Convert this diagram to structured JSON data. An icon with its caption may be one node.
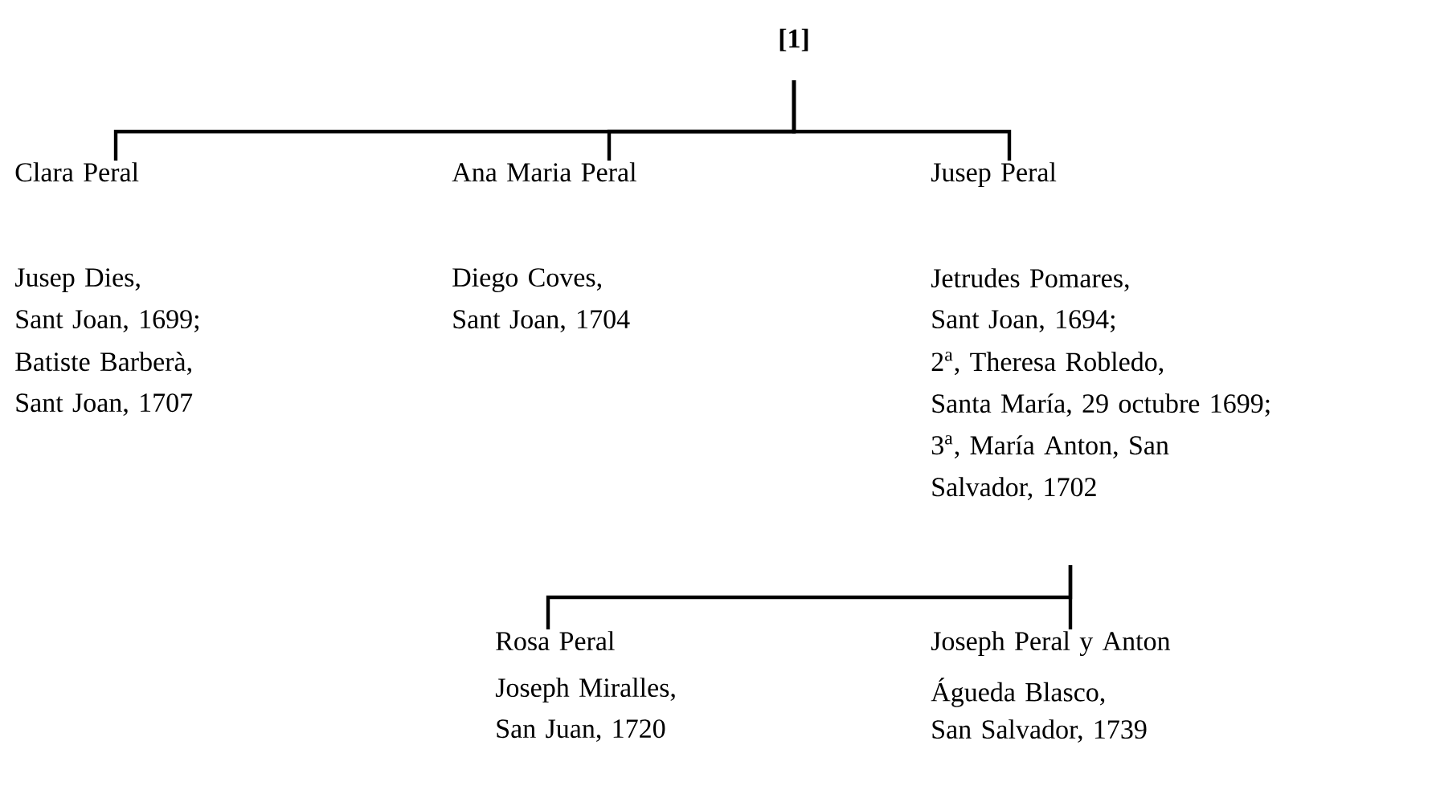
{
  "diagram": {
    "nodes": [
      {
        "text": [
          "[1]"
        ]
      },
      {
        "text": [
          "Clara Peral",
          "Jusep Dies,",
          "Sant Joan, 1699;",
          "Batiste Barberà,",
          "Sant Joan, 1707"
        ]
      },
      {
        "text": [
          "Ana Maria Peral",
          "Diego Coves,",
          "Sant Joan, 1704"
        ]
      },
      {
        "text": [
          "Jusep Peral",
          "Jetrudes Pomares,",
          "Sant Joan, 1694;",
          "2$^{a}$, Theresa Robledo,",
          "Santa María, 29 octubre 1699;",
          "3$^{a}$, María Anton, San Salvador, 1702"
        ]
      },
      {
        "text": [
          "Rosa Peral",
          "Joseph Miralles,",
          "San Juan, 1720"
        ]
      },
      {
        "text": [
          "Joseph Peral y Anton",
          "Águeda Blasco,",
          "San Salvador, 1739"
        ]
      }
    ],
    "edges": [
      {
        "from": 0,
        "to": 1,
        "arrow": "none"
      },
      {
        "from": 0,
        "to": 2,
        "arrow": "none"
      },
      {
        "from": 0,
        "to": 3,
        "arrow": "none"
      },
      {
        "from": 3,
        "to": 4,
        "arrow": "none"
      },
      {
        "from": 3,
        "to": 5,
        "arrow": "none"
      }
    ]
  }
}
